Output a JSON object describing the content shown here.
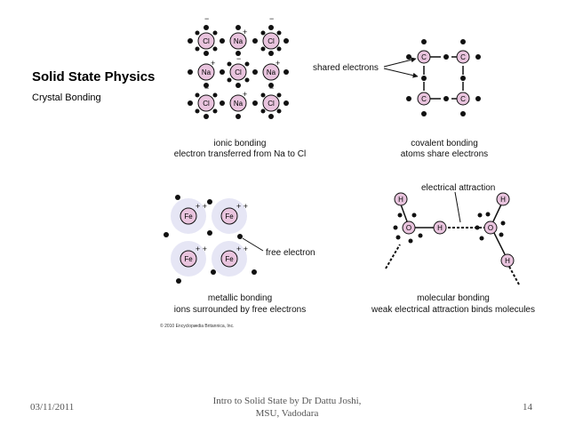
{
  "slide": {
    "title": "Solid State Physics",
    "subtitle": "Crystal Bonding"
  },
  "ionic": {
    "atoms": [
      "Cl",
      "Na",
      "Cl",
      "Na",
      "Cl",
      "Na",
      "Cl",
      "Na",
      "Cl"
    ],
    "caption_line1": "ionic bonding",
    "caption_line2": "electron transferred from Na to Cl"
  },
  "covalent": {
    "atoms": [
      "C",
      "C",
      "C",
      "C"
    ],
    "label": "shared electrons",
    "caption_line1": "covalent bonding",
    "caption_line2": "atoms share electrons"
  },
  "metallic": {
    "atoms": [
      "Fe",
      "Fe",
      "Fe",
      "Fe"
    ],
    "label": "free electron",
    "caption_line1": "metallic bonding",
    "caption_line2": "ions surrounded by free electrons"
  },
  "molecular": {
    "label": "electrical attraction",
    "atoms": [
      "H",
      "O",
      "H",
      "H",
      "O",
      "H"
    ],
    "caption_line1": "molecular bonding",
    "caption_line2": "weak electrical attraction binds molecules"
  },
  "copyright": "© 2010 Encyclopædia Britannica, Inc.",
  "footer": {
    "date": "03/11/2011",
    "center_line1": "Intro to Solid State by Dr Dattu Joshi,",
    "center_line2": "MSU, Vadodara",
    "page": "14"
  },
  "colors": {
    "atom_fill": "#e9c4de",
    "metal_halo": "#e6e6f5",
    "electron": "#111111"
  }
}
